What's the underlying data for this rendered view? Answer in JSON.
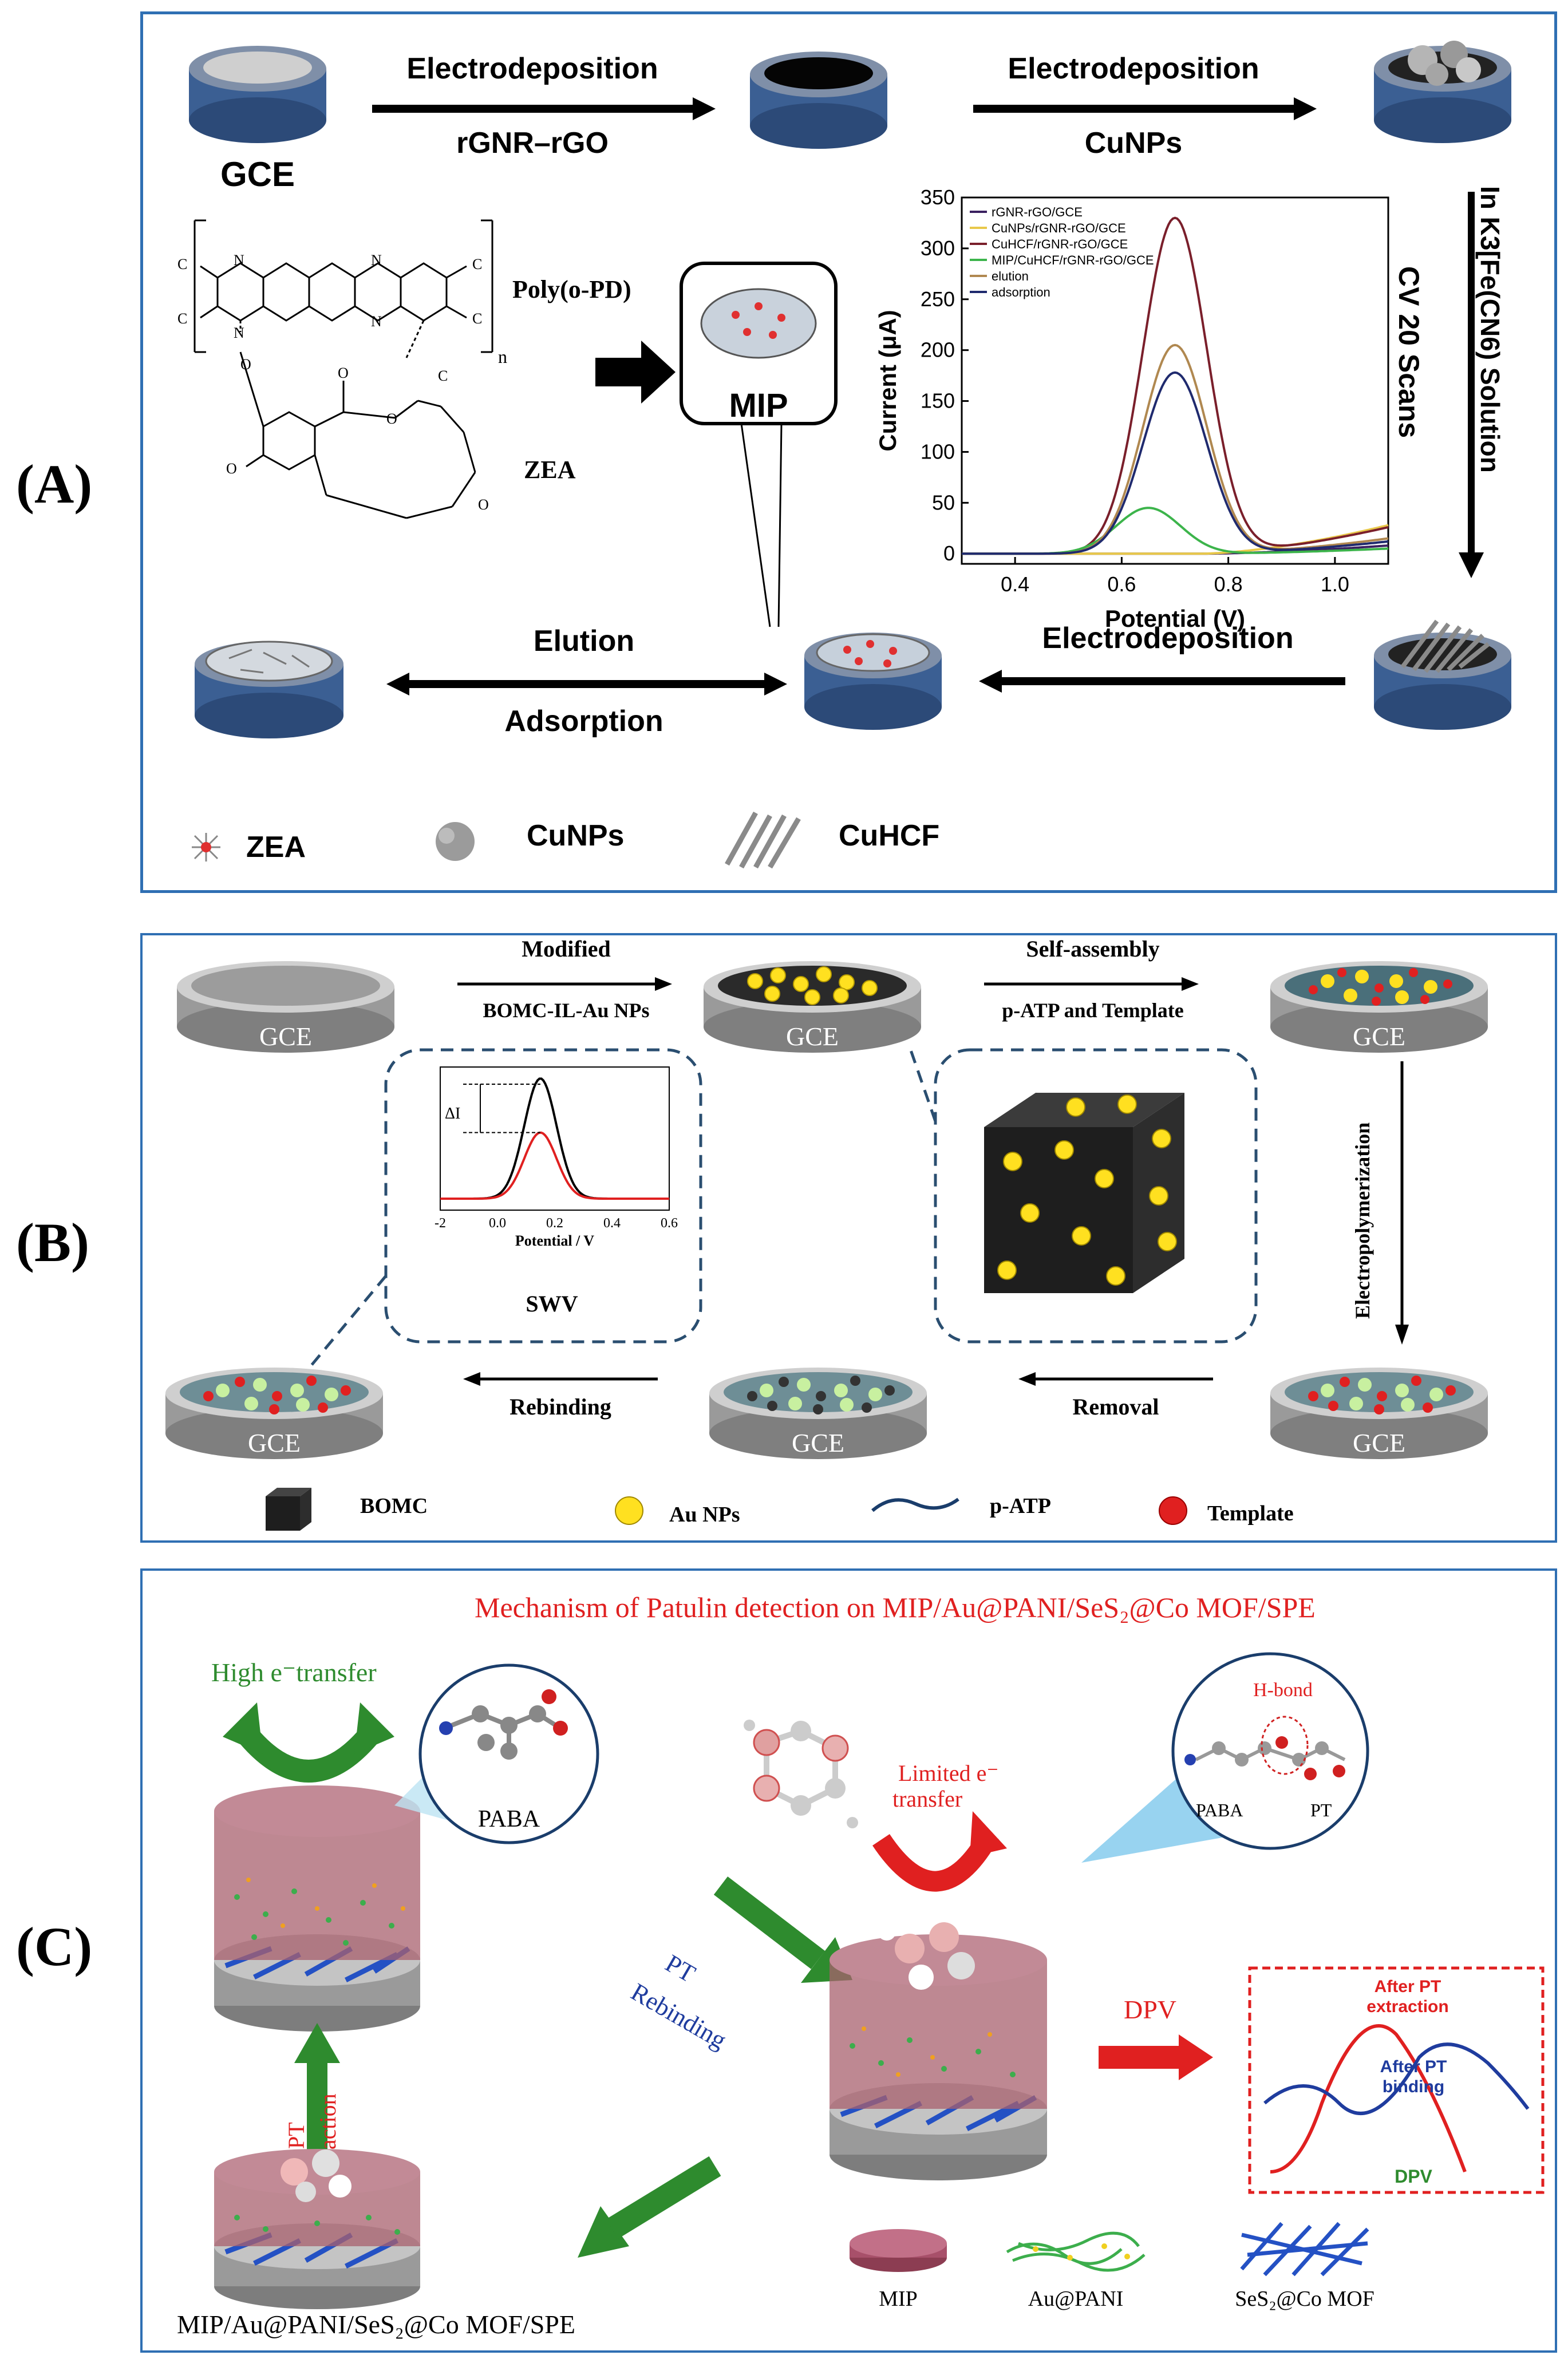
{
  "panel_a": {
    "label": "(A)",
    "gce_label": "GCE",
    "step1": {
      "top": "Electrodeposition",
      "bottom": "rGNR–rGO"
    },
    "step2": {
      "top": "Electrodeposition",
      "bottom": "CuNPs"
    },
    "step3_vertical": "In K3[Fe(CN6)  Solution",
    "step3_vertical2": "CV 20 Scans",
    "step4": "Electrodeposition",
    "step5": {
      "top": "Elution",
      "bottom": "Adsorption"
    },
    "polymer_label": "Poly(o-PD)",
    "polymer_sub": "n",
    "zea_label": "ZEA",
    "mip_label": "MIP",
    "legend": [
      {
        "icon": "zea-molecule-icon",
        "label": "ZEA"
      },
      {
        "icon": "cunps-particle-icon",
        "label": "CuNPs"
      },
      {
        "icon": "cuhcf-layer-icon",
        "label": "CuHCF"
      }
    ]
  },
  "chart_data": {
    "type": "line",
    "xlabel": "Potential (V)",
    "ylabel": "Current (μA)",
    "xlim": [
      0.3,
      1.1
    ],
    "ylim": [
      -10,
      350
    ],
    "x_ticks": [
      "0.4",
      "0.6",
      "0.8",
      "1.0"
    ],
    "y_ticks": [
      "0",
      "50",
      "100",
      "150",
      "200",
      "250",
      "300",
      "350"
    ],
    "legend_position": "top-left",
    "series": [
      {
        "name": "rGNR-rGO/GCE",
        "color": "#3a2060",
        "peak_x": null,
        "peak_y": 0,
        "baseline_end": 8
      },
      {
        "name": "CuNPs/rGNR-rGO/GCE",
        "color": "#e8c84a",
        "peak_x": null,
        "peak_y": 0,
        "baseline_end": 28
      },
      {
        "name": "CuHCF/rGNR-rGO/GCE",
        "color": "#7a1f2b",
        "peak_x": 0.7,
        "peak_y": 330,
        "baseline_end": 26
      },
      {
        "name": "MIP/CuHCF/rGNR-rGO/GCE",
        "color": "#3cb44b",
        "peak_x": 0.65,
        "peak_y": 45,
        "baseline_end": 5
      },
      {
        "name": "elution",
        "color": "#b08850",
        "peak_x": 0.7,
        "peak_y": 205,
        "baseline_end": 15
      },
      {
        "name": "adsorption",
        "color": "#1f2a6e",
        "peak_x": 0.7,
        "peak_y": 178,
        "baseline_end": 12
      }
    ]
  },
  "panel_b": {
    "label": "(B)",
    "gce_label": "GCE",
    "step1": {
      "top": "Modified",
      "bottom": "BOMC-IL-Au NPs"
    },
    "step2": {
      "top": "Self-assembly",
      "bottom": "p-ATP and Template"
    },
    "step3_vertical": "Electropolymerization",
    "step4": "Removal",
    "step5": "Rebinding",
    "swv_label": "SWV",
    "inset_delta": "ΔI",
    "inset_xlabel": "Potential / V",
    "inset_x_ticks": [
      "-2",
      "0.0",
      "0.2",
      "0.4",
      "0.6"
    ],
    "legend": [
      {
        "icon": "bomc-cube-icon",
        "label": "BOMC"
      },
      {
        "icon": "au-nps-icon",
        "label": "Au NPs"
      },
      {
        "icon": "p-atp-icon",
        "label": "p-ATP"
      },
      {
        "icon": "template-icon",
        "label": "Template"
      }
    ]
  },
  "panel_c": {
    "label": "(C)",
    "title": "Mechanism of Patulin detection on MIP/Au@PANI/SeS₂@Co MOF/SPE",
    "high_transfer": "High e⁻transfer",
    "paba_label": "PABA",
    "limited_transfer_1": "Limited e⁻",
    "limited_transfer_2": "transfer",
    "hbond_label": "H-bond",
    "hbond_paba": "PABA",
    "hbond_pt": "PT",
    "rebinding_1": "PT",
    "rebinding_2": "Rebinding",
    "extraction_1": "PT",
    "extraction_2": "Extraction",
    "dpv_arrow_label": "DPV",
    "dpv_after_extraction_1": "After PT",
    "dpv_after_extraction_2": "extraction",
    "dpv_after_binding_1": "After PT",
    "dpv_after_binding_2": "binding",
    "dpv_box_label": "DPV",
    "bottom_caption": "MIP/Au@PANI/SeS₂@Co MOF/SPE",
    "legend": [
      {
        "icon": "mip-disc-icon",
        "label": "MIP"
      },
      {
        "icon": "au-pani-icon",
        "label": "Au@PANI"
      },
      {
        "icon": "ses2-co-mof-icon",
        "label": "SeS₂@Co MOF"
      }
    ],
    "colors": {
      "red": "#e02020",
      "green": "#2e8b2e",
      "blue": "#1f3c9e"
    }
  }
}
